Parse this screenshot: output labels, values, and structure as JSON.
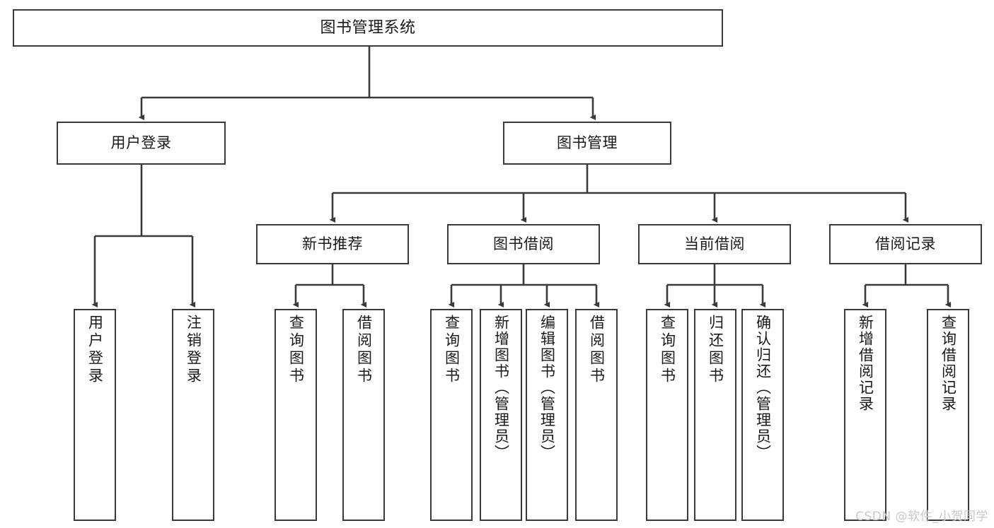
{
  "diagram": {
    "title": "图书管理系统",
    "type": "tree-hierarchy",
    "colors": {
      "box_border": "#3a3a3a",
      "box_fill": "#ffffff",
      "edge": "#3a3a3a",
      "text": "#1a1a1a",
      "watermark": "#c9c9c9"
    },
    "root": {
      "label": "图书管理系统"
    },
    "tier1": [
      {
        "label": "用户登录"
      },
      {
        "label": "图书管理"
      }
    ],
    "tier2": [
      {
        "label": "新书推荐"
      },
      {
        "label": "图书借阅"
      },
      {
        "label": "当前借阅"
      },
      {
        "label": "借阅记录"
      }
    ],
    "leaves": {
      "user_login": [
        {
          "label": "用户登录"
        },
        {
          "label": "注销登录"
        }
      ],
      "new_book_recommend": [
        {
          "label": "查询图书"
        },
        {
          "label": "借阅图书"
        }
      ],
      "book_borrow": [
        {
          "label": "查询图书"
        },
        {
          "label": "新增图书（管理员）"
        },
        {
          "label": "编辑图书（管理员）"
        },
        {
          "label": "借阅图书"
        }
      ],
      "current_borrow": [
        {
          "label": "查询图书"
        },
        {
          "label": "归还图书"
        },
        {
          "label": "确认归还（管理员）"
        }
      ],
      "borrow_record": [
        {
          "label": "新增借阅记录"
        },
        {
          "label": "查询借阅记录"
        }
      ]
    }
  },
  "watermark": {
    "text": "CSDN @软件_小贺同学"
  }
}
